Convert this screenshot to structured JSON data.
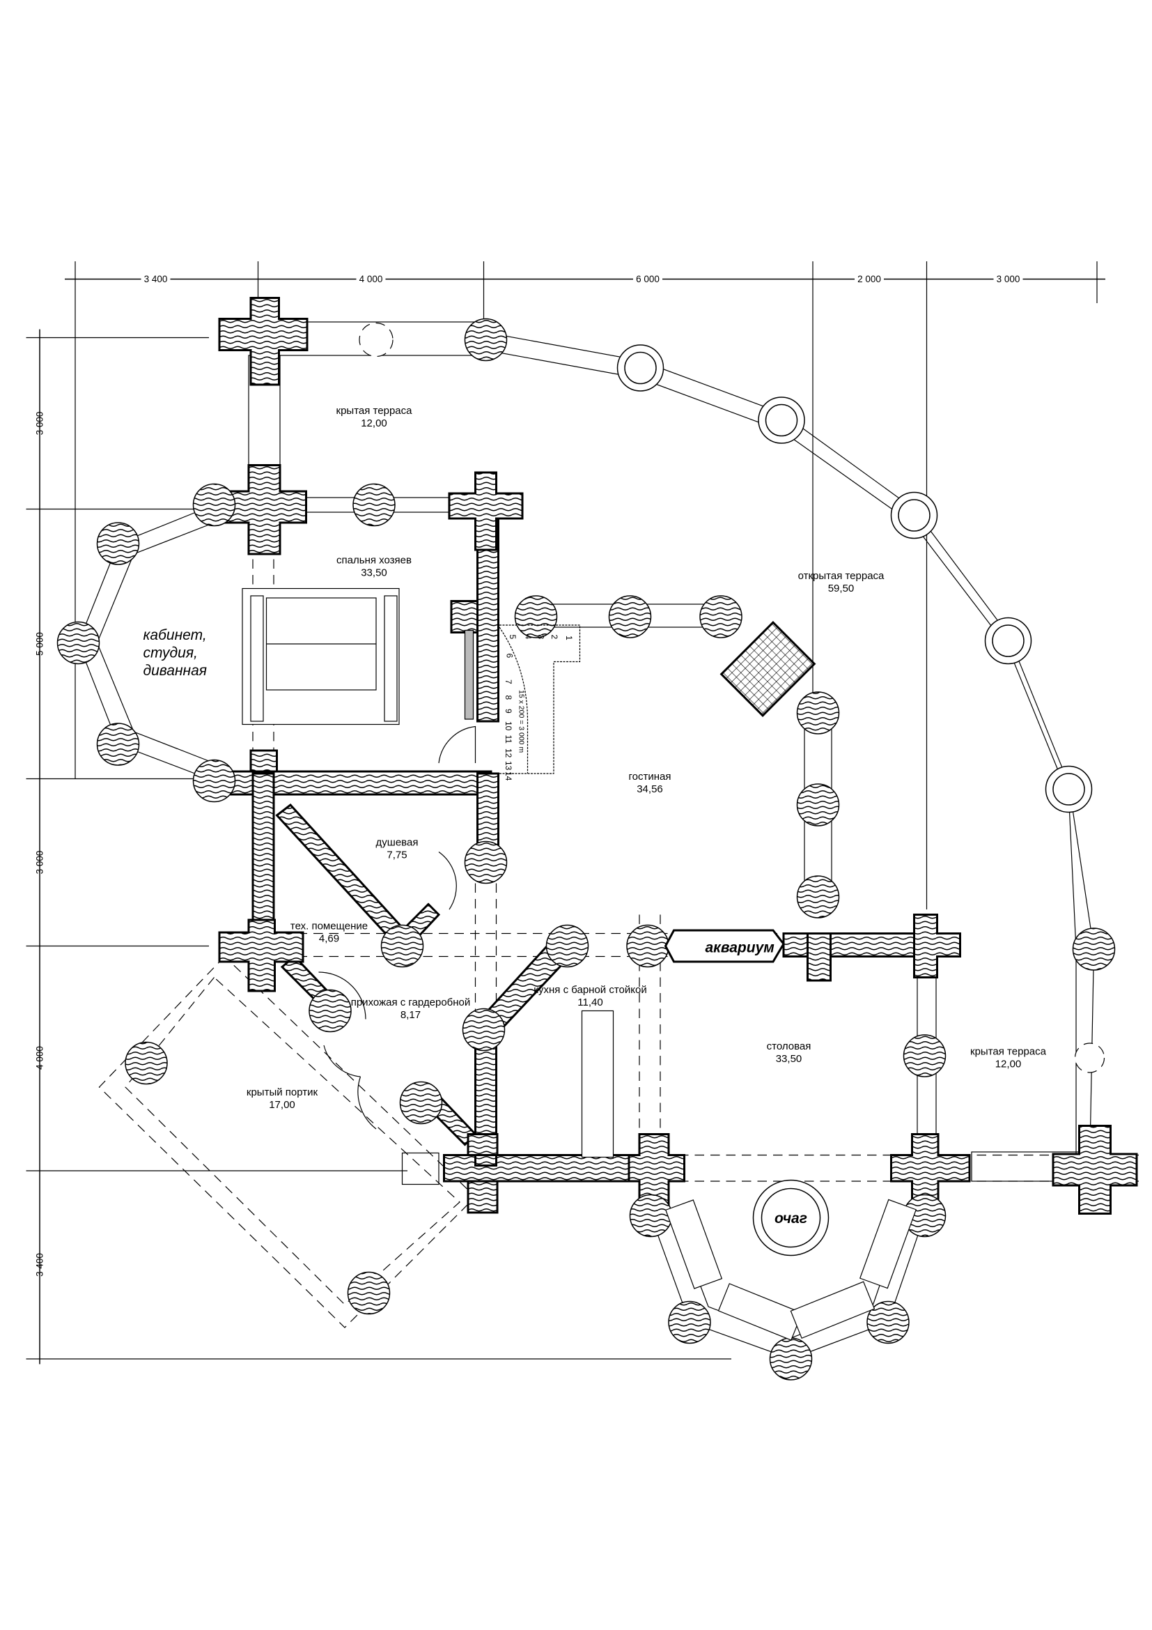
{
  "dimensions": {
    "top": [
      "3 400",
      "4 000",
      "6 000",
      "2 000",
      "3 000"
    ],
    "left": [
      "3 000",
      "5 000",
      "3 000",
      "4 000",
      "3 400"
    ]
  },
  "rooms": {
    "terrace_top": {
      "name": "крытая терраса",
      "area": "12,00"
    },
    "bedroom": {
      "name": "спальня хозяев",
      "area": "33,50"
    },
    "study": {
      "line1": "кабинет,",
      "line2": "студия,",
      "line3": "диванная"
    },
    "open_terrace": {
      "name": "открытая терраса",
      "area": "59,50"
    },
    "living": {
      "name": "гостиная",
      "area": "34,56"
    },
    "shower": {
      "name": "душевая",
      "area": "7,75"
    },
    "tech": {
      "name": "тех. помещение",
      "area": "4,69"
    },
    "hall": {
      "name": "прихожая с гардеробной",
      "area": "8,17"
    },
    "kitchen": {
      "name": "кухня с барной стойкой",
      "area": "11,40"
    },
    "dining": {
      "name": "столовая",
      "area": "33,50"
    },
    "terrace_right": {
      "name": "крытая терраса",
      "area": "12,00"
    },
    "portico": {
      "name": "крытый портик",
      "area": "17,00"
    }
  },
  "features": {
    "aquarium": "аквариум",
    "hearth": "очаг"
  },
  "stairs": {
    "steps": [
      "1",
      "2",
      "3",
      "4",
      "5",
      "6",
      "7",
      "8",
      "9",
      "10",
      "11",
      "12",
      "13",
      "14"
    ],
    "note": "15 x 200 = 3 000 m"
  }
}
